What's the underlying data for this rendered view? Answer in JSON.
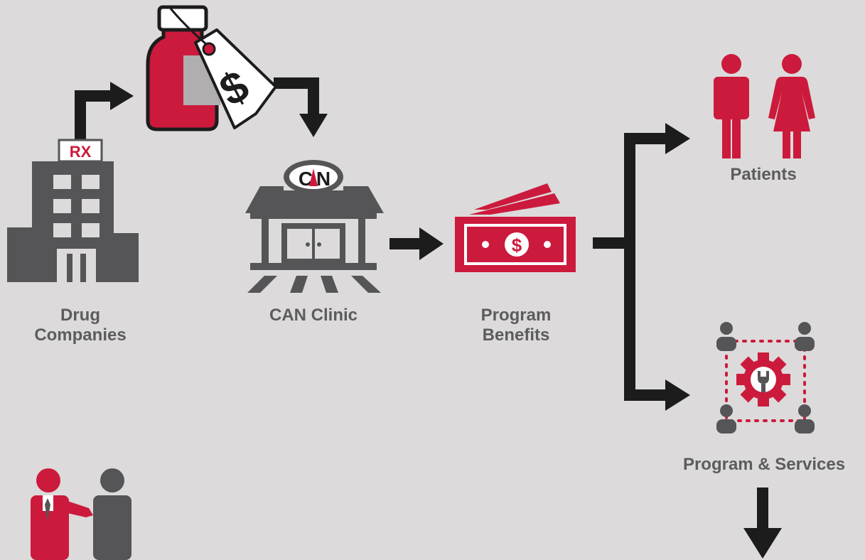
{
  "labels": {
    "drug_companies_line1": "Drug",
    "drug_companies_line2": "Companies",
    "can_clinic": "CAN Clinic",
    "program_benefits_line1": "Program",
    "program_benefits_line2": "Benefits",
    "patients": "Patients",
    "program_services": "Program & Services"
  },
  "icon_text": {
    "rx_sign": "RX",
    "can_logo_left": "C",
    "can_logo_right": "N",
    "price_tag": "$",
    "bill": "$"
  },
  "colors": {
    "background": "#dcdadb",
    "gray": "#555557",
    "red": "#cc1a3c",
    "black": "#1c1c1c",
    "label": "#5c5c5e"
  },
  "icons": [
    "building-icon",
    "medicine-bottle-icon",
    "price-tag-icon",
    "clinic-icon",
    "money-icon",
    "male-icon",
    "female-icon",
    "gear-network-icon",
    "handshake-icon"
  ]
}
